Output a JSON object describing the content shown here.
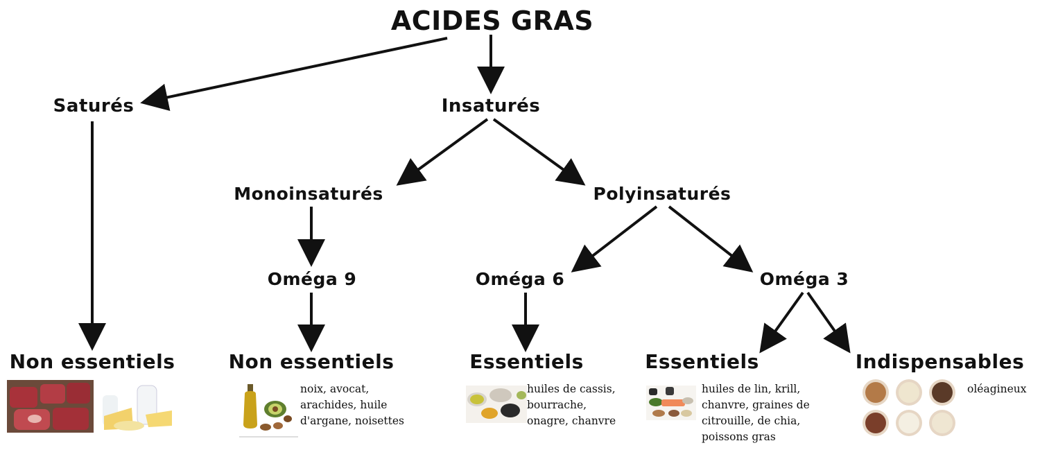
{
  "title": "ACIDES GRAS",
  "nodes": {
    "satures": "Saturés",
    "insatures": "Insaturés",
    "mono": "Monoinsaturés",
    "poly": "Polyinsaturés",
    "omega9": "Oméga 9",
    "omega6": "Oméga 6",
    "omega3": "Oméga 3"
  },
  "categories": [
    {
      "label": "Non essentiels",
      "foods": [],
      "image": "meat-cheese-icon"
    },
    {
      "label": "Non essentiels",
      "foods": [
        "noix, avocat,",
        "arachides, huile",
        "d'argane, noisettes"
      ],
      "image": "oil-avocado-icon"
    },
    {
      "label": "Essentiels",
      "foods": [
        "huiles de cassis,",
        "bourrache,",
        "onagre, chanvre"
      ],
      "image": "seeds-bowls-icon"
    },
    {
      "label": "Essentiels",
      "foods": [
        "huiles de lin, krill,",
        "chanvre, graines de",
        "citrouille, de chia,",
        "poissons gras"
      ],
      "image": "fish-oils-icon"
    },
    {
      "label": "Indispensables",
      "foods": [
        "oléagineux"
      ],
      "image": "nuts-bowls-icon"
    }
  ],
  "colors": {
    "text": "#111111",
    "arrow": "#111111"
  }
}
